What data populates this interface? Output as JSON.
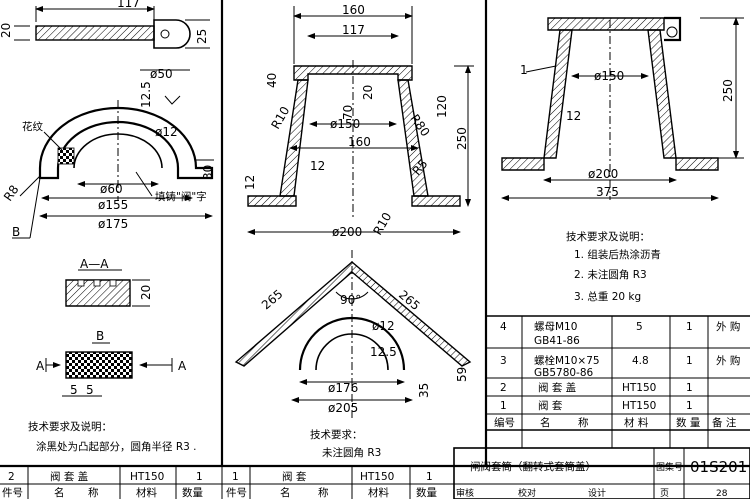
{
  "dims": {
    "d117_top": "117",
    "d20": "20",
    "d25_top": "25",
    "d50": "ø50",
    "d12_5": "12.5",
    "d12_left": "ø12",
    "d30": "30",
    "d60": "ø60",
    "d155": "ø155",
    "d175": "ø175",
    "r8": "R8",
    "d160_top": "160",
    "d117_mid": "117",
    "d40": "40",
    "d20_mid": "20",
    "d70": "70",
    "r10_a": "R10",
    "d150_mid": "ø150",
    "r80": "R80",
    "d120": "120",
    "d250_mid": "250",
    "d160_mid": "160",
    "d12_mid": "12",
    "r5": "R5",
    "d12_side": "12",
    "d200_mid": "ø200",
    "r10_b": "R10",
    "d265_l": "265",
    "d265_r": "265",
    "d90": "90°",
    "d12_inner": "ø12",
    "d12_5_b": "12.5",
    "d35": "35",
    "d59": "59",
    "d176": "ø176",
    "d205": "ø205",
    "d150_right": "ø150",
    "d12_right": "12",
    "d250_right": "250",
    "d200_right": "ø200",
    "d375": "375",
    "d5_a": "5",
    "d5_b": "5",
    "d20_aa": "20"
  },
  "labels": {
    "texture": "花纹",
    "cast_char": "填铸\"阀\"字",
    "section_aa": "A—A",
    "view_b": "B",
    "marker_b": "B",
    "arrow_a_left": "A",
    "arrow_a_right": "A",
    "part_1": "1",
    "tech_left_title": "技术要求及说明：",
    "tech_left_body": "涂黑处为凸起部分，圆角半径 R3 .",
    "tech_mid_title": "技术要求：",
    "tech_mid_body": "未注圆角 R3",
    "tech_right_title": "技术要求及说明：",
    "tech_right_items": [
      "1.  组装后热涂沥青",
      "2.  未注圆角 R3",
      "3.  总重 20 kg"
    ]
  },
  "bom_right": {
    "headers": [
      "编号",
      "名",
      "称",
      "材 料",
      "数 量",
      "备 注"
    ],
    "rows": [
      {
        "no": "4",
        "name": "螺母M10",
        "name2": "GB41-86",
        "material": "5",
        "qty": "1",
        "note": "外 购"
      },
      {
        "no": "3",
        "name": "螺栓M10×75",
        "name2": "GB5780-86",
        "material": "4.8",
        "qty": "1",
        "note": "外 购"
      },
      {
        "no": "2",
        "name": "阀 套 盖",
        "name2": "",
        "material": "HT150",
        "qty": "1",
        "note": ""
      },
      {
        "no": "1",
        "name": "阀 套",
        "name2": "",
        "material": "HT150",
        "qty": "1",
        "note": ""
      }
    ]
  },
  "bottom_bars": {
    "left": {
      "no": "2",
      "name": "阀 套 盖",
      "material": "HT150",
      "qty": "1",
      "h_no": "件号",
      "h_name1": "名",
      "h_name2": "称",
      "h_mat": "材料",
      "h_qty": "数量"
    },
    "mid": {
      "no": "1",
      "name": "阀 套",
      "material": "HT150",
      "qty": "1",
      "h_no": "件号",
      "h_name1": "名",
      "h_name2": "称",
      "h_mat": "材料",
      "h_qty": "数量"
    }
  },
  "title_block": {
    "title": "闸阀套筒（翻转式套筒盖）",
    "atlas_label": "图集号",
    "atlas_no": "01S201",
    "page_label": "页",
    "page_no": "28",
    "row_labels": [
      "审核",
      "校对",
      "设计"
    ]
  }
}
